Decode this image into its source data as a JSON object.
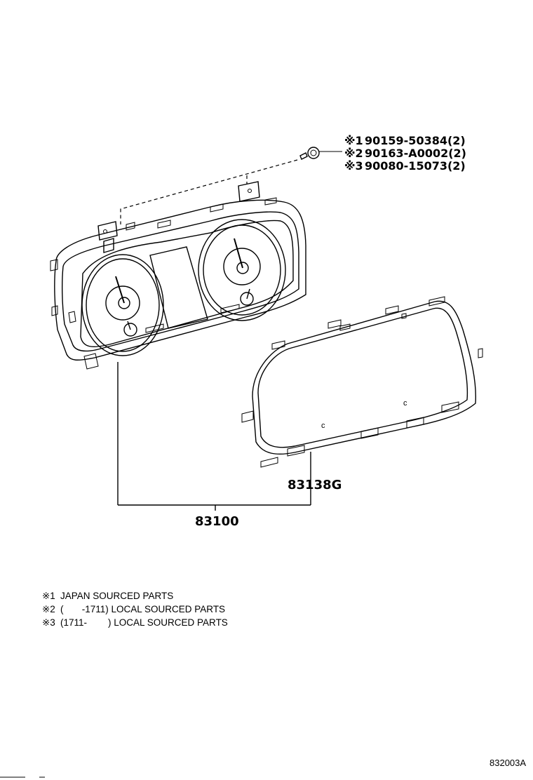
{
  "screw_callouts": [
    {
      "marker": "※1",
      "part": "90159-50384(2)"
    },
    {
      "marker": "※2",
      "part": "90163-A0002(2)"
    },
    {
      "marker": "※3",
      "part": "90080-15073(2)"
    }
  ],
  "parts": {
    "lens": "83138G",
    "meter_assembly": "83100"
  },
  "notes": [
    {
      "marker": "※1",
      "text": "JAPAN SOURCED PARTS"
    },
    {
      "marker": "※2",
      "text": "(       -1711) LOCAL SOURCED PARTS"
    },
    {
      "marker": "※3",
      "text": "(1711-        ) LOCAL SOURCED PARTS"
    }
  ],
  "figure_ref": "832003A"
}
